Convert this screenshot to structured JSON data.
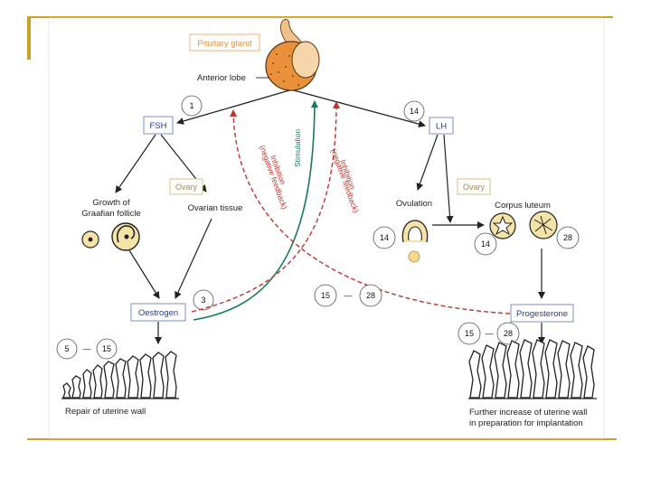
{
  "labels": {
    "pituitary_gland": "Pituitary gland",
    "anterior_lobe": "Anterior lobe",
    "fsh": "FSH",
    "lh": "LH",
    "ovary_left": "Ovary",
    "ovary_right": "Ovary",
    "growth_line1": "Growth of",
    "growth_line2": "Graafian follicle",
    "ovarian_tissue": "Ovarian tissue",
    "ovulation": "Ovulation",
    "corpus_luteum": "Corpus luteum",
    "oestrogen": "Oestrogen",
    "progesterone": "Progesterone",
    "repair": "Repair of uterine wall",
    "further_line1": "Further increase of uterine wall",
    "further_line2": "in preparation for implantation",
    "stimulation": "Stimulation",
    "inhibition_a1": "Inhibition",
    "inhibition_a2": "(negative feedback)",
    "inhibition_b1": "Inhibition",
    "inhibition_b2": "(negative feedback)",
    "dash_left": "—",
    "dash_mid": "—",
    "dash_right": "—"
  },
  "days": {
    "fsh": "1",
    "lh": "14",
    "oestrogen": "3",
    "ovulation": "14",
    "corpus_a": "14",
    "corpus_b": "28",
    "feedback_start": "15",
    "feedback_end": "28",
    "repair_start": "5",
    "repair_end": "15",
    "prog_start": "15",
    "prog_end": "28"
  },
  "colors": {
    "frame_gold": "#c9a227",
    "box_border": "#7c8cc2",
    "box_text": "#2d3a86",
    "ovary_tag": "#d9c08a",
    "pituitary_tag": "#f0b070",
    "pituitary_fill": "#e8913a",
    "stimulation_green": "#177a55",
    "inhibition_red": "#c0332b",
    "follicle_yellow": "#f4d98a"
  }
}
